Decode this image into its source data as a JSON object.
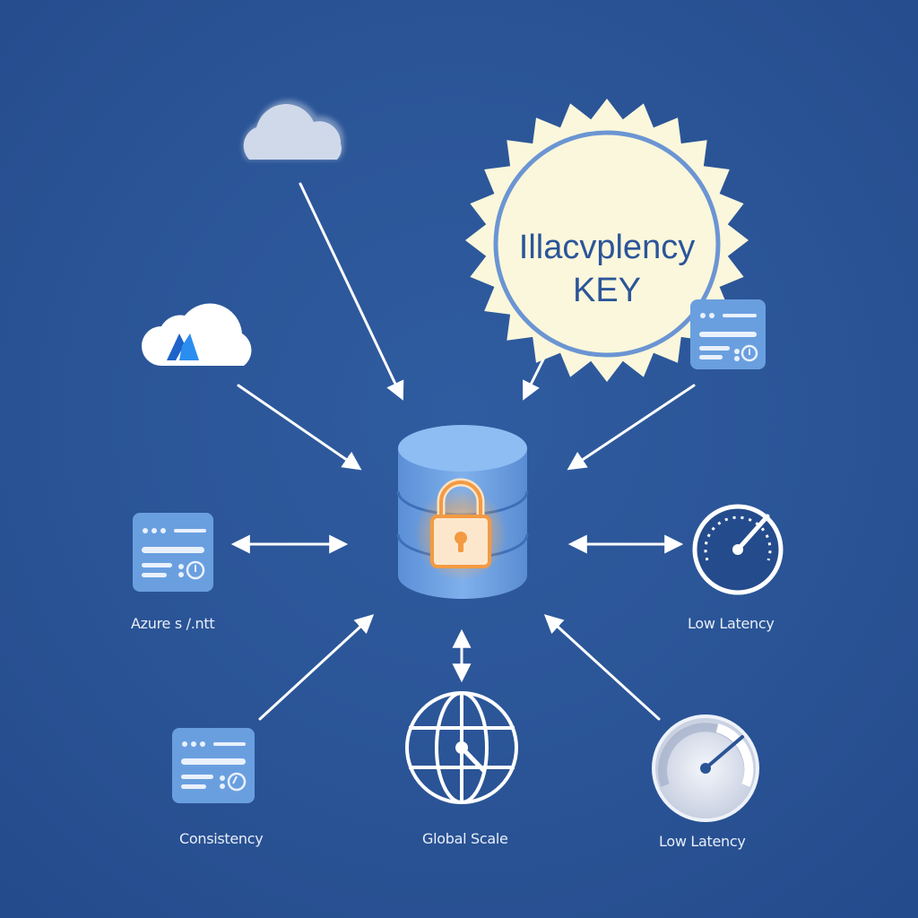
{
  "badge": {
    "line1": "Illacvplency",
    "line2": "KEY"
  },
  "labels": {
    "azure": "Azure s /.ntt",
    "low_latency_right": "Low Latency",
    "consistency": "Consistency",
    "global_scale": "Global Scale",
    "low_latency_bottom": "Low Latency"
  },
  "colors": {
    "background": "#2a5496",
    "panel": "#6a9fdf",
    "badge_fill": "#fbf7dc",
    "badge_ring": "#6b95d3",
    "lock_glow": "#f5a04a",
    "arrow": "#ffffff"
  },
  "icons": [
    "cloud-icon",
    "azure-cloud-icon",
    "badge-icon",
    "dashboard-panel-icon",
    "database-icon",
    "lock-icon",
    "gauge-icon",
    "globe-icon"
  ]
}
